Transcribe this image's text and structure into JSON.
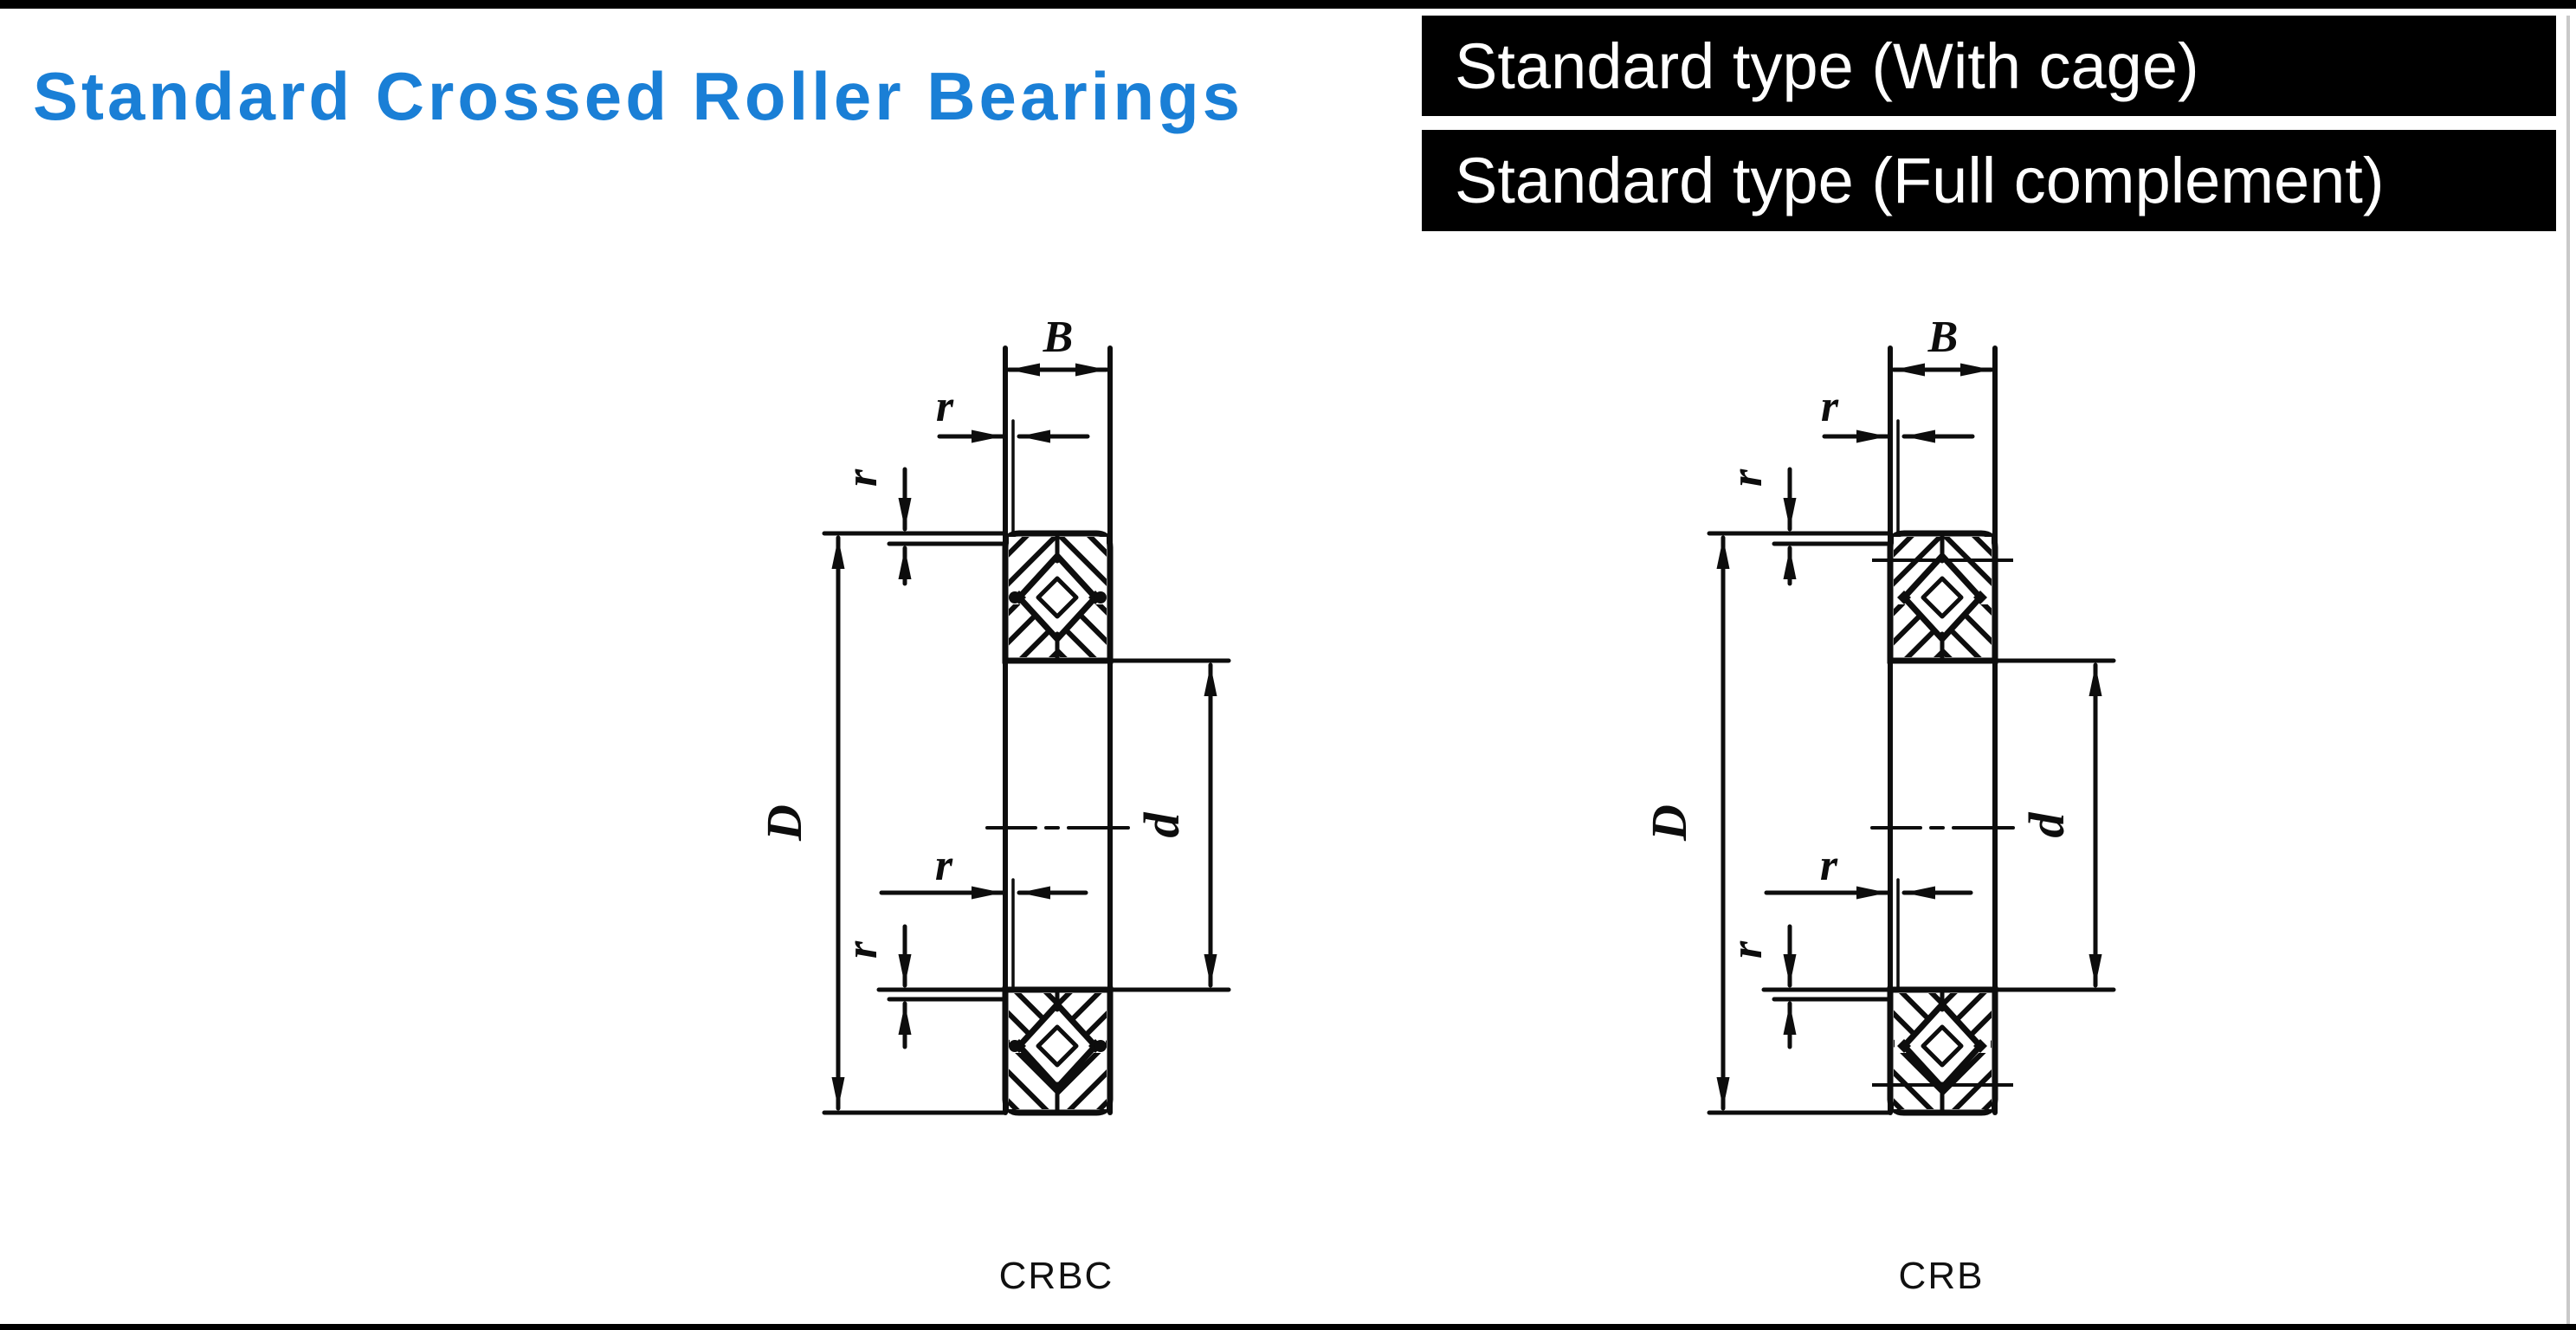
{
  "page": {
    "top_bar_color": "#000000",
    "bottom_bar_color": "#000000",
    "edge_line_color": "#c9c9c9",
    "background": "#ffffff"
  },
  "header": {
    "title": "Standard Crossed Roller Bearings",
    "title_color": "#1a7fd6",
    "banners": [
      {
        "label": "Standard type (With cage)"
      },
      {
        "label": "Standard type (Full complement)"
      }
    ]
  },
  "diagrams": {
    "dims": {
      "outer_diameter": "D",
      "bore_diameter": "d",
      "width": "B",
      "chamfer": "r"
    },
    "left": {
      "caption": "CRBC"
    },
    "right": {
      "caption": "CRB"
    }
  }
}
